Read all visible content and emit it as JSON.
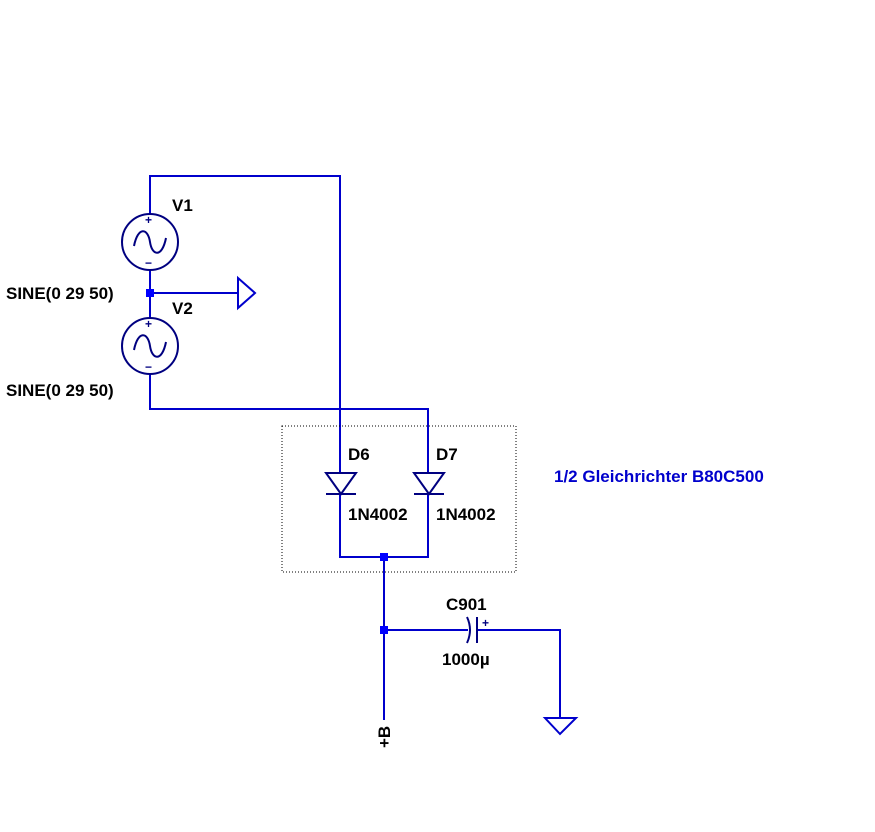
{
  "schematic": {
    "sources": [
      {
        "name": "V1",
        "value": "SINE(0 29 50)"
      },
      {
        "name": "V2",
        "value": "SINE(0 29 50)"
      }
    ],
    "diodes": [
      {
        "name": "D6",
        "model": "1N4002"
      },
      {
        "name": "D7",
        "model": "1N4002"
      }
    ],
    "capacitor": {
      "name": "C901",
      "value": "1000µ",
      "polarity": "+"
    },
    "net_label": "+B",
    "comment": "1/2 Gleichrichter B80C500",
    "polarity_plus": "+",
    "polarity_minus": "−"
  },
  "colors": {
    "wire": "#0000cc",
    "symbol": "#000080",
    "junction": "#0000ff",
    "comment": "#0000cc"
  }
}
